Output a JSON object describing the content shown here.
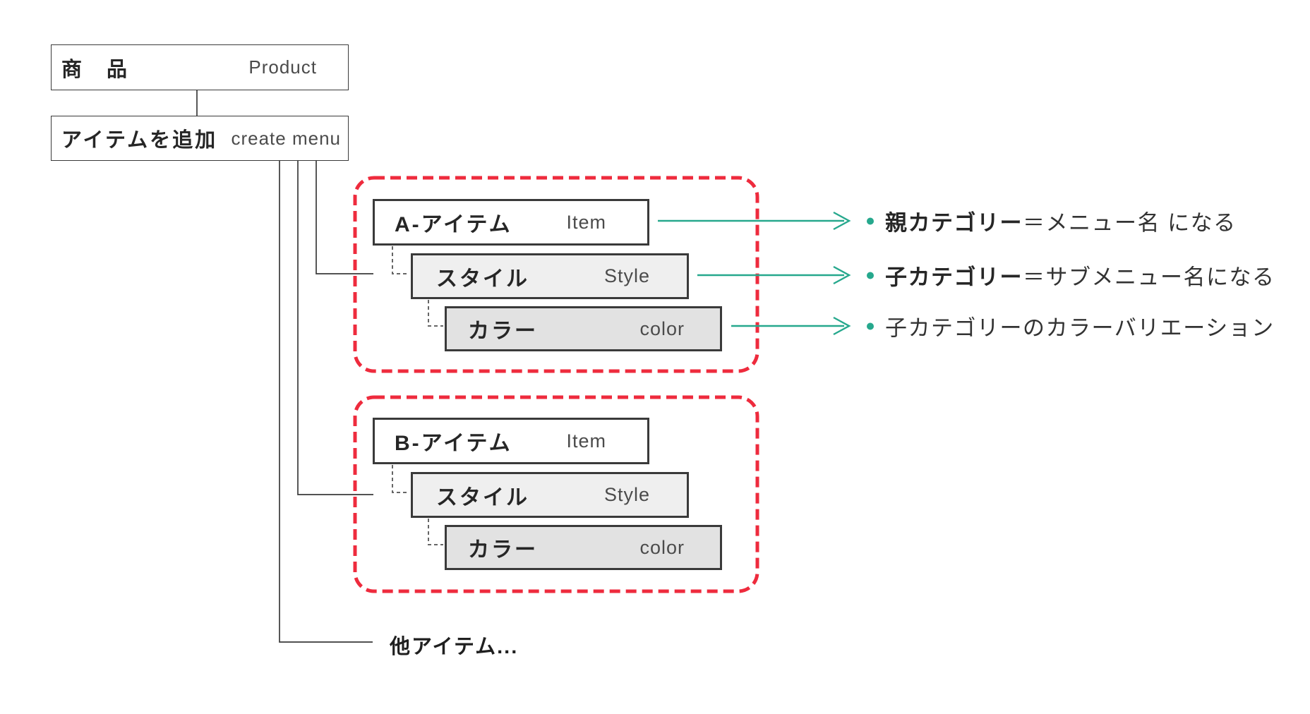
{
  "diagram_title": "menu structure diagram",
  "colors": {
    "accent_red": "#ee2b3d",
    "accent_teal": "#26a88d",
    "border_dark": "#3a3a3a",
    "connector_gray": "#666666",
    "fill_style_box": "#efefef",
    "fill_color_box": "#e2e2e2",
    "text_dark": "#262626",
    "text_gray": "#4b4b4b"
  },
  "product_box": {
    "jp": "商　品",
    "en": "Product"
  },
  "create_box": {
    "jp": "アイテムを追加",
    "en": "create menu"
  },
  "groups": [
    {
      "item_jp": "A-アイテム",
      "item_en": "Item",
      "style_jp": "スタイル",
      "style_en": "Style",
      "color_jp": "カラー",
      "color_en": "color"
    },
    {
      "item_jp": "B-アイテム",
      "item_en": "Item",
      "style_jp": "スタイル",
      "style_en": "Style",
      "color_jp": "カラー",
      "color_en": "color"
    }
  ],
  "annotations": [
    {
      "bold": "親カテゴリー",
      "rest": "＝メニュー名 になる"
    },
    {
      "bold": "子カテゴリー",
      "rest": "＝サブメニュー名になる"
    },
    {
      "bold": "",
      "rest": "子カテゴリーのカラーバリエーション"
    }
  ],
  "other_items_label": "他アイテム..."
}
